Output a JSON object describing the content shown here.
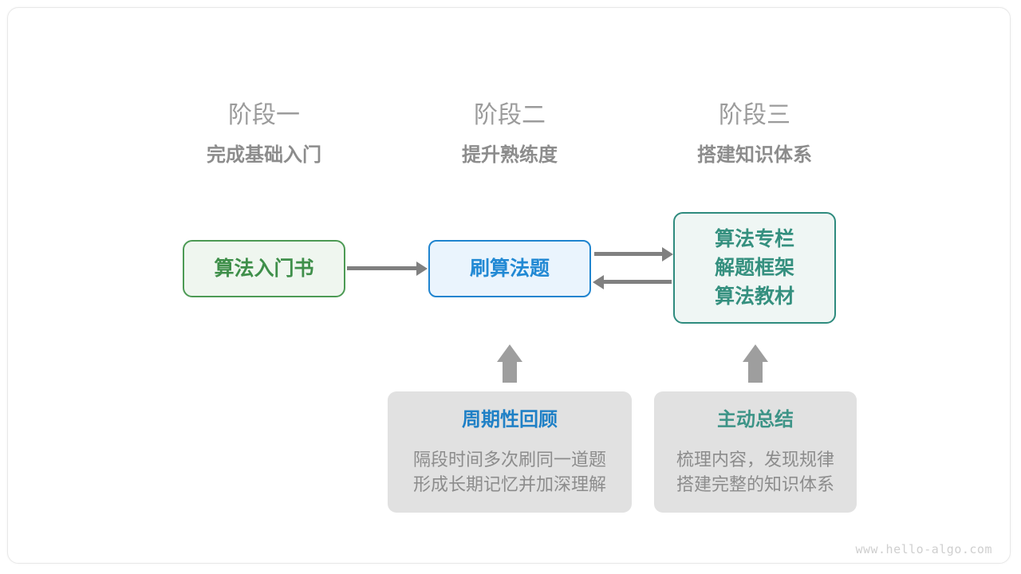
{
  "stages": [
    {
      "title": "阶段一",
      "subtitle": "完成基础入门"
    },
    {
      "title": "阶段二",
      "subtitle": "提升熟练度"
    },
    {
      "title": "阶段三",
      "subtitle": "搭建知识体系"
    }
  ],
  "flow_boxes": {
    "book": {
      "lines": [
        "算法入门书"
      ],
      "color": "#3f8f4a",
      "border": "#4c9a54",
      "fill": "#eff6ef"
    },
    "practice": {
      "lines": [
        "刷算法题"
      ],
      "color": "#2289d4",
      "border": "#1f84cf",
      "fill": "#eaf4fd"
    },
    "resources": {
      "lines": [
        "算法专栏",
        "解题框架",
        "算法教材"
      ],
      "color": "#35907f",
      "border": "#2e8b7e",
      "fill": "#eff6f4"
    }
  },
  "notes": {
    "review": {
      "title": "周期性回顾",
      "title_color": "#1f80c6",
      "body_line1": "隔段时间多次刷同一道题",
      "body_line2": "形成长期记忆并加深理解"
    },
    "summary": {
      "title": "主动总结",
      "title_color": "#3d9487",
      "body_line1": "梳理内容，发现规律",
      "body_line2": "搭建完整的知识体系"
    }
  },
  "arrows": {
    "book_to_practice": "arrow-right",
    "practice_to_resources": "arrow-right",
    "resources_to_practice": "arrow-left",
    "review_up": "arrow-up",
    "summary_up": "arrow-up"
  },
  "watermark": "www.hello-algo.com",
  "colors": {
    "arrow_gray": "#808080",
    "up_arrow_gray": "#9e9e9e",
    "note_fill": "#e1e1e1",
    "heading_gray": "#9b9b9b",
    "subheading_gray": "#8c8c8c",
    "body_gray": "#8c8c8c"
  }
}
